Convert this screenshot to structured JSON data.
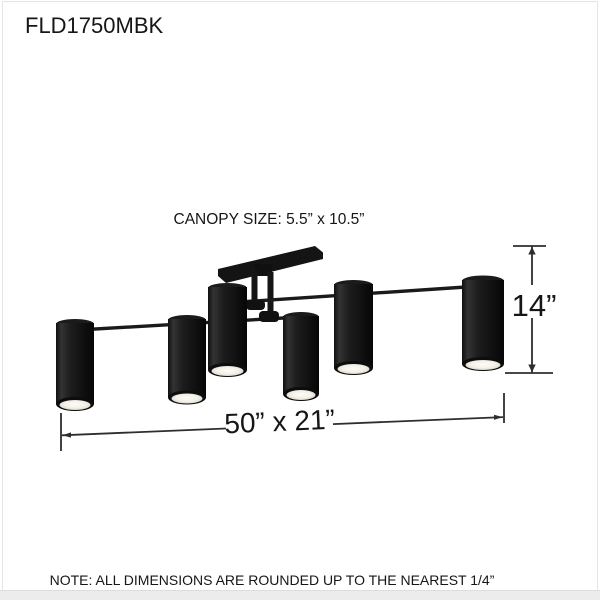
{
  "page": {
    "model_code": "FLD1750MBK",
    "canopy_label": "CANOPY SIZE: 5.5” x 10.5”",
    "note": "NOTE: ALL DIMENSIONS ARE ROUNDED UP TO THE NEAREST 1/4”"
  },
  "dimensions": {
    "height": "14”",
    "length_width": "50” x 21”"
  },
  "fixture": {
    "light_count": 6,
    "body_color": "#121212",
    "diffuser_color": "#f3f0e8"
  },
  "colors": {
    "background": "#ffffff",
    "line": "#2e2e2e",
    "border": "#e4e4e4",
    "footer_strip": "#ececec"
  }
}
